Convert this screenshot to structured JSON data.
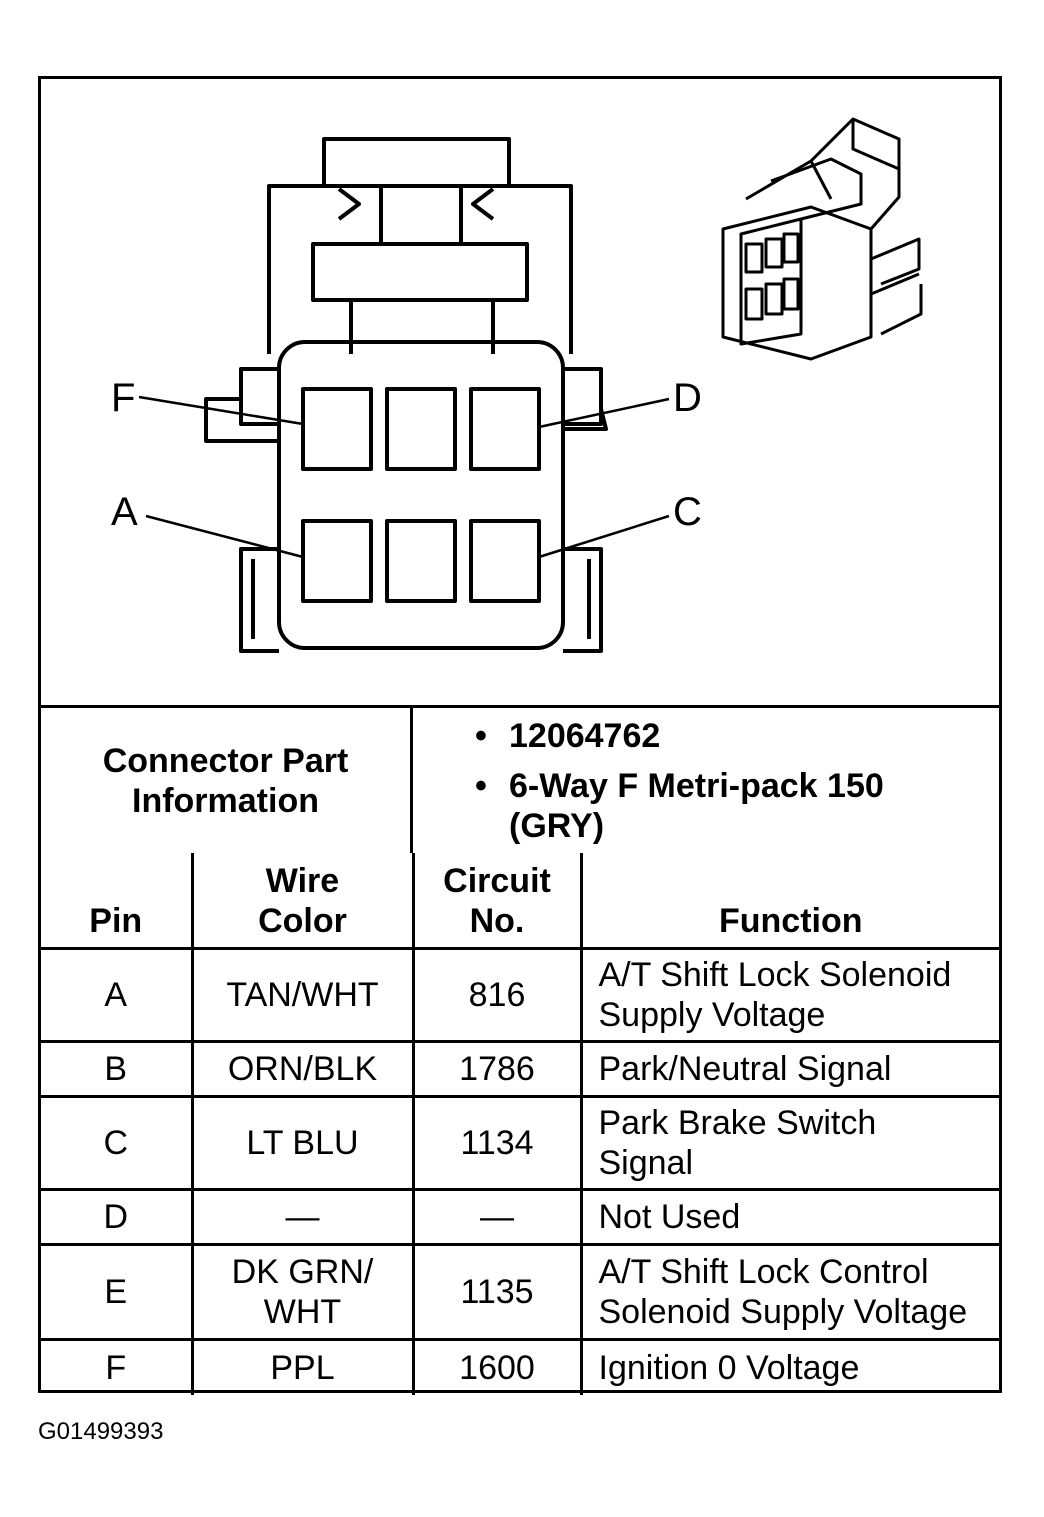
{
  "diagram": {
    "pin_labels": [
      "F",
      "D",
      "A",
      "C"
    ]
  },
  "connector_info": {
    "label": "Connector Part Information",
    "items": [
      "12064762",
      "6-Way F Metri-pack 150 (GRY)"
    ]
  },
  "table": {
    "headers": [
      "Pin",
      "Wire Color",
      "Circuit No.",
      "Function"
    ],
    "rows": [
      {
        "pin": "A",
        "wire": "TAN/WHT",
        "circuit": "816",
        "function": "A/T Shift Lock Solenoid Supply Voltage"
      },
      {
        "pin": "B",
        "wire": "ORN/BLK",
        "circuit": "1786",
        "function": "Park/Neutral Signal"
      },
      {
        "pin": "C",
        "wire": "LT BLU",
        "circuit": "1134",
        "function": "Park Brake Switch Signal"
      },
      {
        "pin": "D",
        "wire": "—",
        "circuit": "—",
        "function": "Not Used"
      },
      {
        "pin": "E",
        "wire": "DK GRN/ WHT",
        "circuit": "1135",
        "function": "A/T Shift Lock Control Solenoid Supply Voltage"
      },
      {
        "pin": "F",
        "wire": "PPL",
        "circuit": "1600",
        "function": "Ignition 0 Voltage"
      }
    ]
  },
  "figure_id": "G01499393"
}
